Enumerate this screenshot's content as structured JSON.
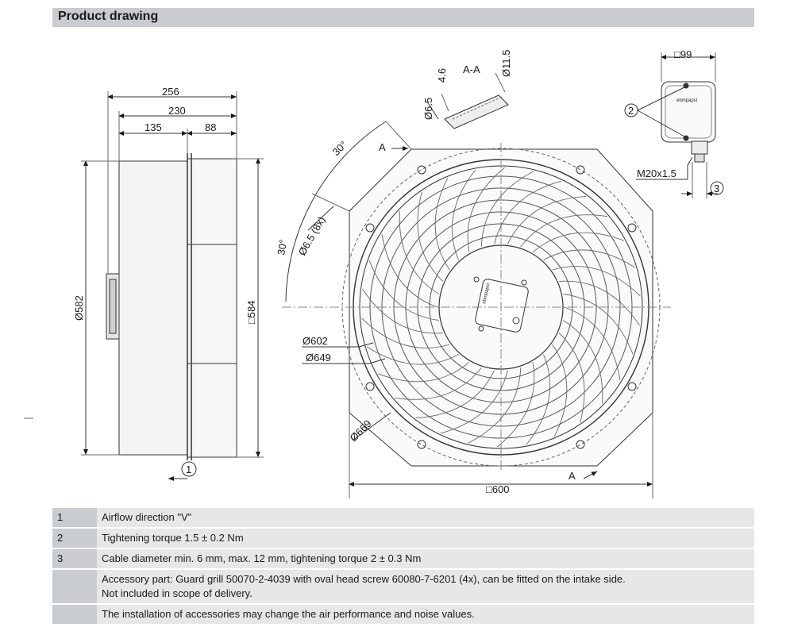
{
  "header": {
    "title": "Product drawing"
  },
  "side_view": {
    "dims": {
      "d256": "256",
      "d230": "230",
      "d135": "135",
      "d88": "88",
      "d582": "Ø582",
      "d584": "□584"
    },
    "callout_1": "1"
  },
  "front_view": {
    "angle_top": "30°",
    "angle_left": "30°",
    "section_marker_top": "A",
    "section_marker_bottom": "A",
    "hole_dim": "Ø6.5 (8x)",
    "d602": "Ø602",
    "d649": "Ø649",
    "d669": "Ø669",
    "d600": "□600",
    "brand_label": "ebmpapst"
  },
  "section_view": {
    "title": "A-A",
    "d46": "4.6",
    "d115": "Ø11.5",
    "d65": "Ø6.5"
  },
  "box_view": {
    "d99": "□99",
    "callout_2": "2",
    "thread": "M20x1.5",
    "callout_3": "3",
    "brand_label": "ebmpapst"
  },
  "notes": [
    {
      "num": "1",
      "lines": [
        "Airflow direction \"V\""
      ]
    },
    {
      "num": "2",
      "lines": [
        "Tightening torque 1.5 ± 0.2 Nm"
      ]
    },
    {
      "num": "3",
      "lines": [
        "Cable diameter min. 6 mm, max. 12 mm, tightening torque 2 ± 0.3 Nm"
      ]
    },
    {
      "num": "",
      "lines": [
        "Accessory part: Guard grill 50070-2-4039 with oval head screw 60080-7-6201 (4x), can be fitted on the intake side.",
        "Not included in scope of delivery."
      ]
    },
    {
      "num": "",
      "lines": [
        "The installation of accessories may change the air performance and noise values."
      ]
    }
  ]
}
